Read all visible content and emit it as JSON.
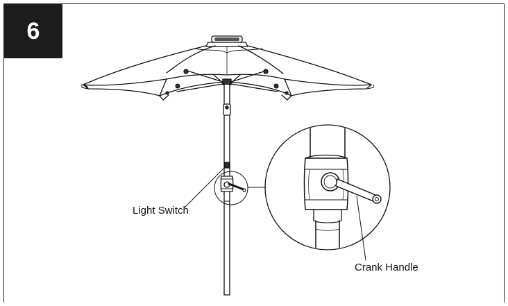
{
  "step": {
    "number": "6"
  },
  "labels": {
    "light_switch": "Light Switch",
    "crank_handle": "Crank Handle"
  },
  "colors": {
    "ink": "#111111",
    "badge": "#1c1c1c",
    "shadow": "#555555"
  },
  "icons": {
    "umbrella": "patio-umbrella-illustration",
    "magnifier": "detail-callout-circle"
  }
}
